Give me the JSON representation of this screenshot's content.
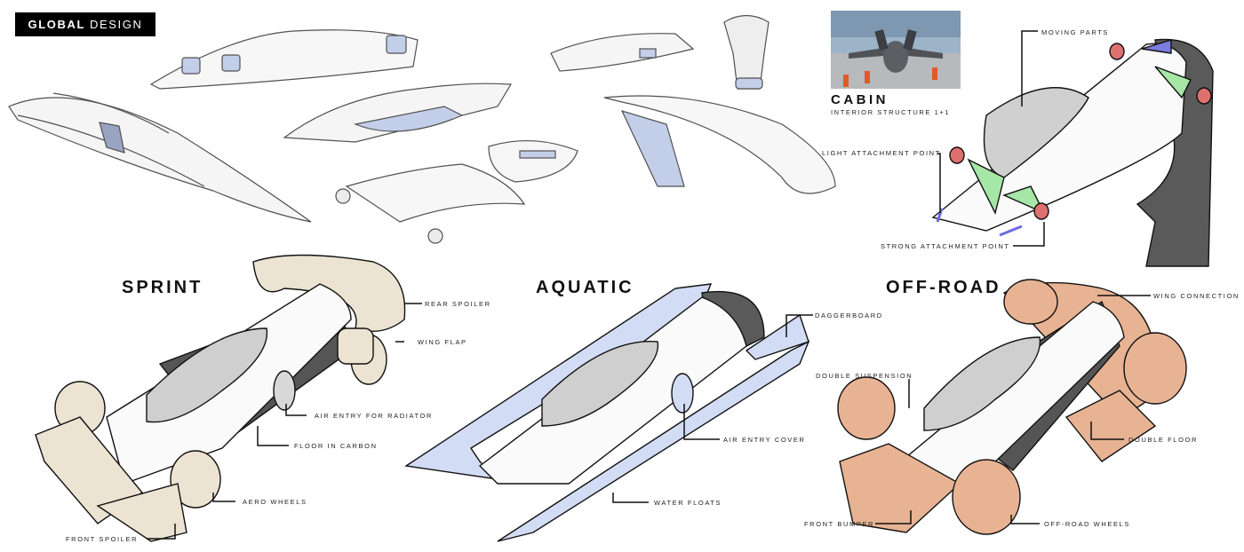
{
  "header": {
    "brand_bold": "GLOBAL",
    "brand_light": "DESIGN"
  },
  "cabin": {
    "title": "CABIN",
    "subtitle": "INTERIOR STRUCTURE 1+1",
    "photo_subject": "fighter jet on tarmac with ground crew"
  },
  "cabin_callouts": {
    "moving_parts": "MOVING PARTS",
    "light_attachment": "LIGHT ATTACHMENT POINT",
    "strong_attachment": "STRONG ATTACHMENT POINT"
  },
  "variants": [
    {
      "title": "SPRINT",
      "accent": "#ece3d2",
      "callouts": [
        "REAR SPOILER",
        "WING FLAP",
        "AIR ENTRY FOR RADIATOR",
        "FLOOR IN CARBON",
        "AERO WHEELS",
        "FRONT SPOILER"
      ]
    },
    {
      "title": "AQUATIC",
      "accent": "#d3dcf5",
      "callouts": [
        "DAGGERBOARD",
        "AIR ENTRY COVER",
        "WATER FLOATS"
      ]
    },
    {
      "title": "OFF-ROAD",
      "accent": "#e8b393",
      "callouts": [
        "WING CONNECTION",
        "DOUBLE SUSPENSION",
        "DOUBLE FLOOR",
        "FRONT BUMPER",
        "OFF-ROAD WHEELS"
      ]
    }
  ],
  "colors": {
    "ink": "#111111",
    "carbon": "#555555",
    "canopy": "#cfcfcf",
    "sketch_blue": "#b9c6e6",
    "attach_green": "#a6e6a6",
    "attach_red": "#e07070",
    "moving_blue": "#7b7de0"
  }
}
